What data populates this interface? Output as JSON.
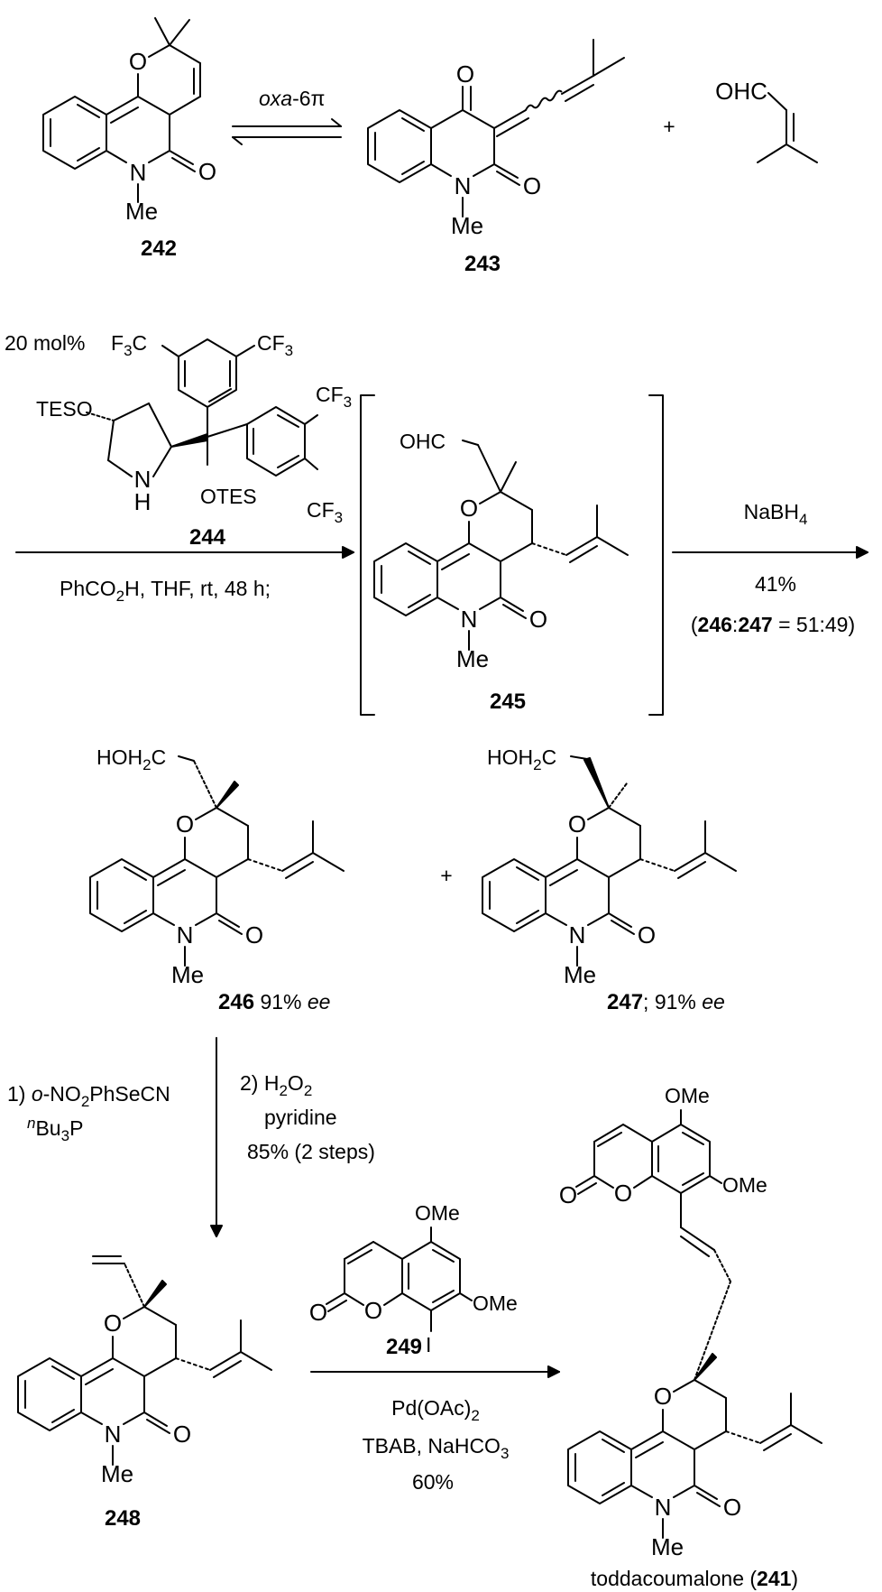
{
  "compounds": {
    "c242": "242",
    "c243": "243",
    "c244": "244",
    "c245": "245",
    "c246": "246",
    "c247": "247",
    "c248": "248",
    "c249": "249",
    "c241_name": "toddacoumalone",
    "c241": "241"
  },
  "reaction1": {
    "label_italic": "oxa",
    "label_rest": "-6π"
  },
  "reaction2": {
    "loading": "20 mol%",
    "conditions_1": "PhCO",
    "conditions_sub": "2",
    "conditions_2": "H, THF, rt, 48 h;"
  },
  "reaction3": {
    "reagent": "NaBH",
    "reagent_sub": "4",
    "yield": "41%",
    "ratio_rest": " = 51:49)"
  },
  "ee": {
    "e246": "91%",
    "e247": "; 91%",
    "unit": "ee"
  },
  "reaction4": {
    "step1_num": "1)",
    "step1_reagent": "-NO",
    "step1_reagent2": "PhSeCN",
    "step1_prefix": "o",
    "step1b_prefix": "n",
    "step1b": "Bu",
    "step1b_sub": "3",
    "step1b_end": "P",
    "step2_num": "2) H",
    "step2_reagent_mid": "2",
    "step2_o": "O",
    "step2_sub": "2",
    "step2_b": "pyridine",
    "yield": "85% (2 steps)"
  },
  "reaction5": {
    "cat": "Pd(OAc)",
    "cat_sub": "2",
    "additives": "TBAB, NaHCO",
    "additives_sub": "3",
    "yield": "60%"
  },
  "atoms": {
    "O": "O",
    "N": "N",
    "Me": "Me",
    "NH": "N",
    "H": "H",
    "OHC": "OHC",
    "OTES": "OTES",
    "TESO": "TESO",
    "HOH2C_a": "HOH",
    "HOH2C_sub": "2",
    "HOH2C_b": "C",
    "CF3": "CF",
    "CF3_sub": "3",
    "F3C_a": "F",
    "F3C_sub": "3",
    "F3C_b": "C",
    "OMe": "OMe",
    "I": "I",
    "plus": "+"
  }
}
